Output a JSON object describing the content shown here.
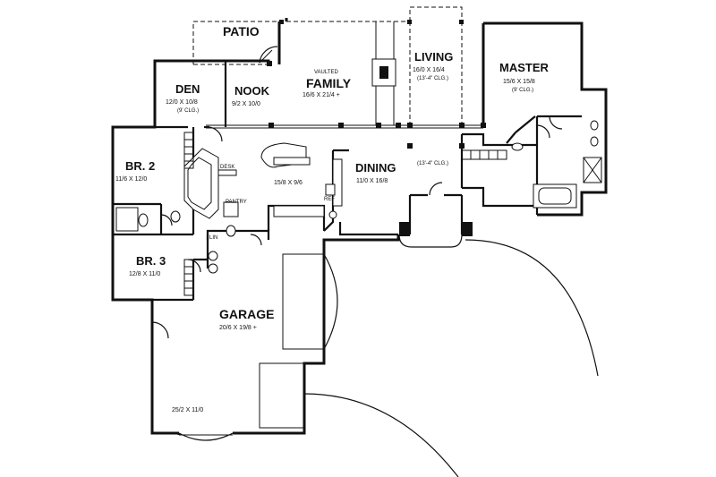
{
  "rooms": {
    "patio": {
      "name": "PATIO"
    },
    "den": {
      "name": "DEN",
      "dim": "12/0 X 10/8",
      "note": "(9' CLG.)"
    },
    "nook": {
      "name": "NOOK",
      "dim": "9/2 X 10/0"
    },
    "family": {
      "pre": "VAULTED",
      "name": "FAMILY",
      "dim": "16/6 X 21/4 +"
    },
    "living": {
      "name": "LIVING",
      "dim": "16/0 X 16/4",
      "note": "(13'-4\" CLG.)"
    },
    "master": {
      "name": "MASTER",
      "dim": "15/6 X 15/8",
      "note": "(9' CLG.)"
    },
    "br2": {
      "name": "BR. 2",
      "dim": "11/6 X 12/0"
    },
    "br3": {
      "name": "BR. 3",
      "dim": "12/8 X 11/0"
    },
    "kitchen": {
      "dim": "15/8 X 9/6"
    },
    "dining": {
      "name": "DINING",
      "dim": "11/0 X 16/8"
    },
    "entry": {
      "note": "(13'-4\" CLG.)"
    },
    "garage": {
      "name": "GARAGE",
      "dim": "20/6 X 19/8 +",
      "dim2": "25/2 X 11/0"
    }
  },
  "labels": {
    "desk": "DESK",
    "pantry": "PANTRY",
    "lin": "LIN",
    "ref": "REF"
  }
}
